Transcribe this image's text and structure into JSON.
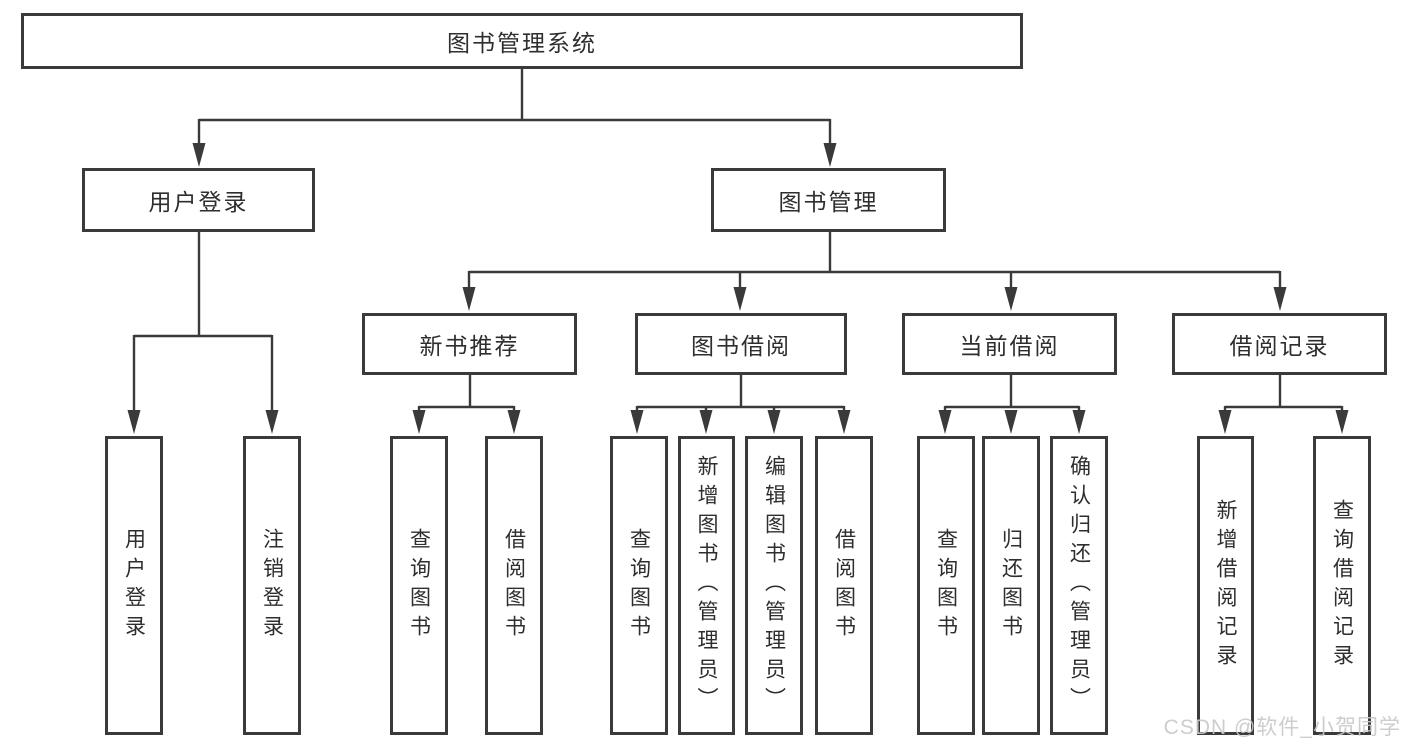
{
  "tree": {
    "root": {
      "label": "图书管理系统"
    },
    "branches": [
      {
        "label": "用户登录",
        "children": [
          "用户登录",
          "注销登录"
        ]
      },
      {
        "label": "图书管理",
        "children": [
          {
            "label": "新书推荐",
            "children": [
              "查询图书",
              "借阅图书"
            ]
          },
          {
            "label": "图书借阅",
            "children": [
              "查询图书",
              "新增图书（管理员）",
              "编辑图书（管理员）",
              "借阅图书"
            ]
          },
          {
            "label": "当前借阅",
            "children": [
              "查询图书",
              "归还图书",
              "确认归还（管理员）"
            ]
          },
          {
            "label": "借阅记录",
            "children": [
              "新增借阅记录",
              "查询借阅记录"
            ]
          }
        ]
      }
    ]
  },
  "watermark": {
    "text": "CSDN @软件_小贺同学"
  },
  "colors": {
    "line": "#3a3a3a",
    "text": "#2e2e2e",
    "background": "#ffffff",
    "watermark": "#c9c9c9"
  }
}
